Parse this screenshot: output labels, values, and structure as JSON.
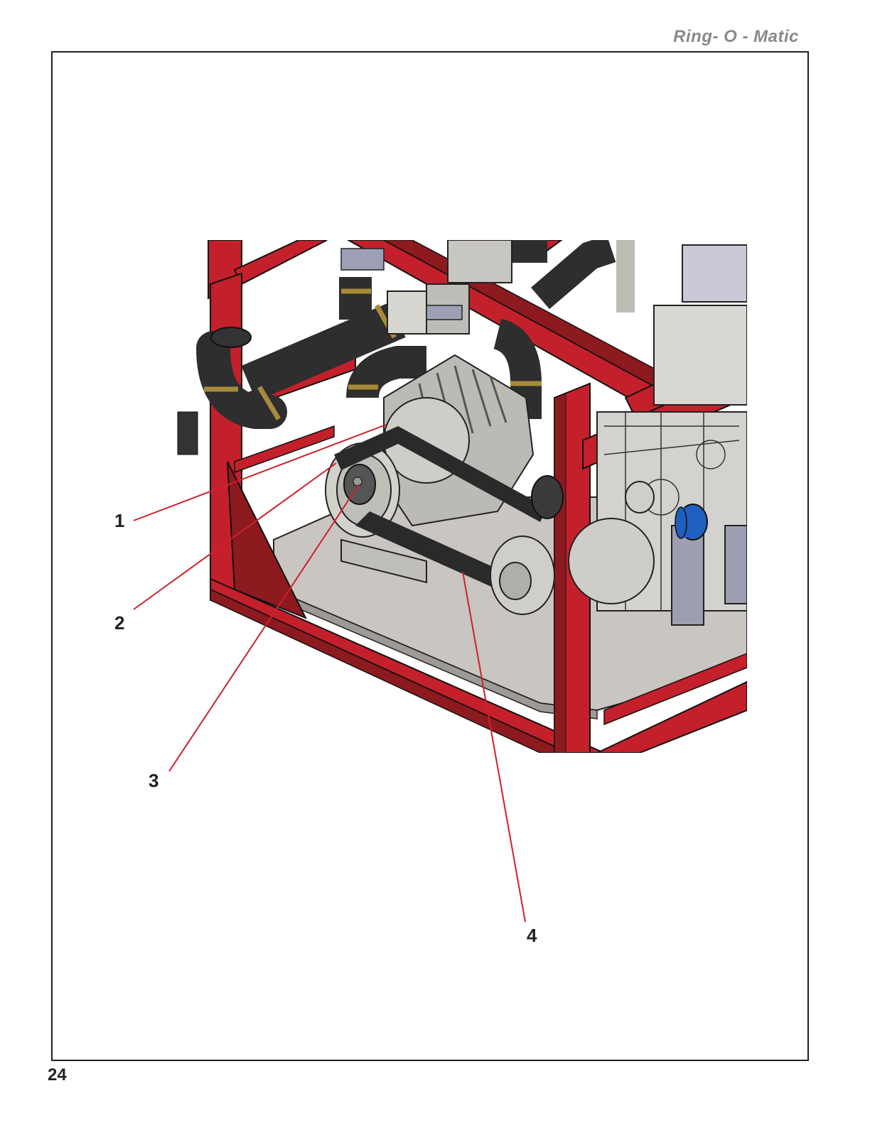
{
  "header": {
    "title": "Ring- O - Matic"
  },
  "footer": {
    "page_number": "24"
  },
  "figure": {
    "description": "Isometric CAD view of red skid frame with blower, drive belt, pulleys, hoses and diesel engine",
    "colors": {
      "frame_red": "#c4202b",
      "frame_dark": "#8d1a1f",
      "hose_black": "#2e2e2e",
      "clamp_gold": "#a88a3a",
      "base_plate": "#c9c5c0",
      "filter_blue": "#1f5fc0",
      "leader_line": "#d0202a"
    },
    "callouts": [
      {
        "label": "1",
        "target": "blower-housing"
      },
      {
        "label": "2",
        "target": "blower-pulley"
      },
      {
        "label": "3",
        "target": "pulley-hub"
      },
      {
        "label": "4",
        "target": "drive-belt"
      }
    ]
  }
}
